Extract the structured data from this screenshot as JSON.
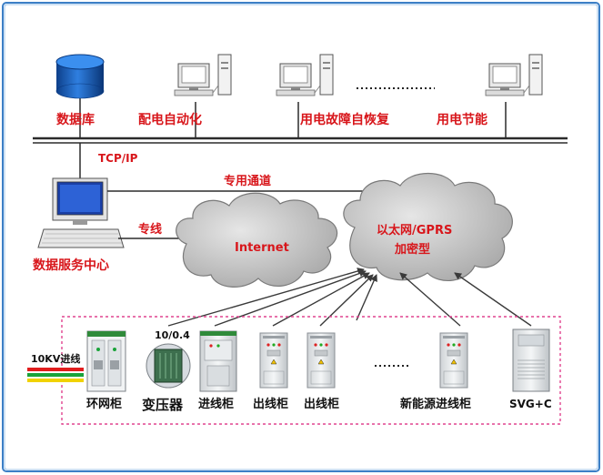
{
  "top_nodes": {
    "database": "数据库",
    "distribution_automation": "配电自动化",
    "fault_recovery": "用电故障自恢复",
    "energy_saving": "用电节能"
  },
  "links": {
    "tcp_ip": "TCP/IP",
    "dedicated_channel": "专用通道",
    "dedicated_line": "专线"
  },
  "data_center": "数据服务中心",
  "clouds": {
    "internet": "Internet",
    "ethernet_line1": "以太网/GPRS",
    "ethernet_line2": "加密型"
  },
  "field": {
    "incoming_label": "10KV进线",
    "ratio_label": "10/0.4",
    "equipment": {
      "ring_main": "环网柜",
      "transformer": "变压器",
      "incoming": "进线柜",
      "outgoing1": "出线柜",
      "outgoing2": "出线柜",
      "new_energy": "新能源进线柜",
      "svg": "SVG+C"
    }
  },
  "colors": {
    "border": "#3c7fc6",
    "label_red": "#d8161b",
    "bus": "#2b2b2b",
    "cloud": "#c8c8c8",
    "dashed_box": "#e0438f"
  }
}
